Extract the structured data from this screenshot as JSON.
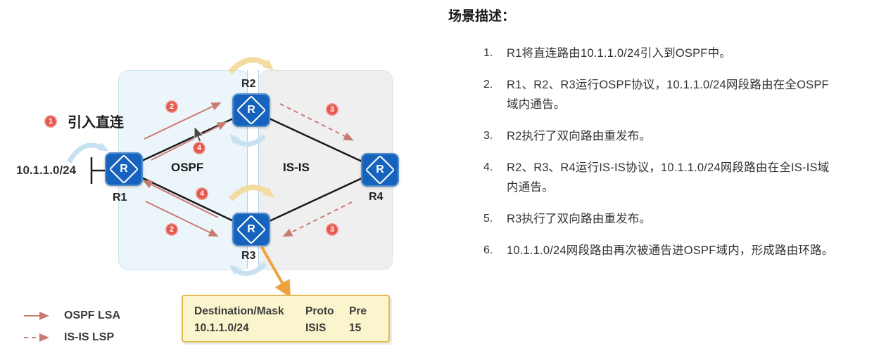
{
  "scenario": {
    "title": "场景描述：",
    "items": [
      {
        "num": "1.",
        "text": "R1将直连路由10.1.1.0/24引入到OSPF中。"
      },
      {
        "num": "2.",
        "text": "R1、R2、R3运行OSPF协议，10.1.1.0/24网段路由在全OSPF\n域内通告。"
      },
      {
        "num": "3.",
        "text": "R2执行了双向路由重发布。"
      },
      {
        "num": "4.",
        "text": "R2、R3、R4运行IS-IS协议，10.1.1.0/24网段路由在全IS-IS域\n内通告。"
      },
      {
        "num": "5.",
        "text": "R3执行了双向路由重发布。"
      },
      {
        "num": "6.",
        "text": "10.1.1.0/24网段路由再次被通告进OSPF域内，形成路由环路。"
      }
    ]
  },
  "diagram": {
    "regions": {
      "ospf": "OSPF",
      "isis": "IS-IS"
    },
    "routers": {
      "r1": "R1",
      "r2": "R2",
      "r3": "R3",
      "r4": "R4"
    },
    "network_label": "10.1.1.0/24",
    "import_label": "引入直连",
    "steps": {
      "s1": "1",
      "s2": "2",
      "s3": "3",
      "s4": "4"
    }
  },
  "route_table": {
    "headers": [
      "Destination/Mask",
      "Proto",
      "Pre"
    ],
    "row": [
      "10.1.1.0/24",
      "ISIS",
      "15"
    ]
  },
  "legend": [
    {
      "style": "solid",
      "label": "OSPF LSA"
    },
    {
      "style": "dashed",
      "label": "IS-IS LSP"
    }
  ],
  "colors": {
    "router_blue": "#1563BC",
    "ospf_region_fill": "#EBF5FA",
    "isis_region_fill": "#EFEFEF",
    "lsa_arrow": "#C97B72",
    "step_badge": "#E4584E",
    "loop_yellow": "#F3DCA2",
    "loop_blue": "#C7E1F1",
    "table_fill": "#FBF5CD",
    "table_border": "#E2B94F",
    "callout_orange": "#F0A23C"
  }
}
